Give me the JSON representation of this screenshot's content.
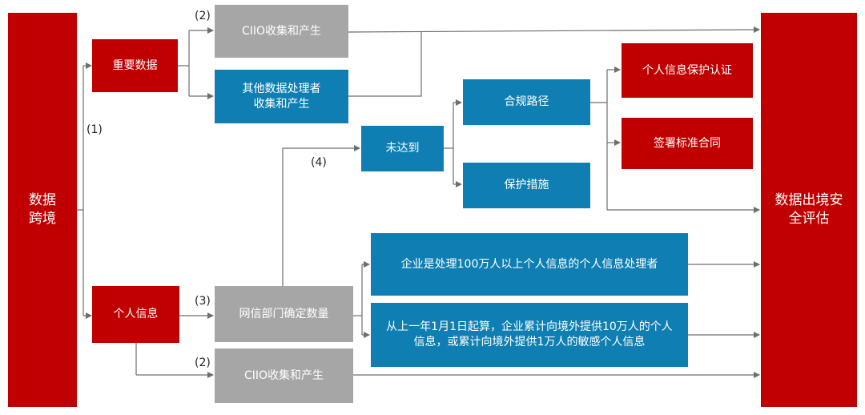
{
  "nodes": {
    "cross_border": "数据\n跨境",
    "important_data": "重要数据",
    "personal_info": "个人信息",
    "ciio_top": "CIIO收集和产生",
    "other_processor": "其他数据处理者\n收集和产生",
    "ciio_bottom": "CIIO收集和产生",
    "cac_quantity": "网信部门确定数量",
    "not_reached": "未达到",
    "compliance_path": "合规路径",
    "protection_measures": "保护措施",
    "pi_certification": "个人信息保护认证",
    "standard_contract": "签署标准合同",
    "threshold_1m": "企业是处理100万人以上个人信息的个人信息处理者",
    "threshold_cumulative": "从上一年1月1日起算，企业累计向境外提供10万人的个人\n信息，或累计向境外提供1万人的敏感个人信息",
    "security_assessment": "数据出境安\n全评估"
  },
  "labels": {
    "one": "(1)",
    "two_top": "(2)",
    "two_bottom": "(2)",
    "three": "(3)",
    "four": "(4)"
  },
  "colors": {
    "red": "#c00000",
    "gray": "#a6a6a6",
    "blue": "#0f7fb3",
    "line": "#6e6e6e"
  }
}
